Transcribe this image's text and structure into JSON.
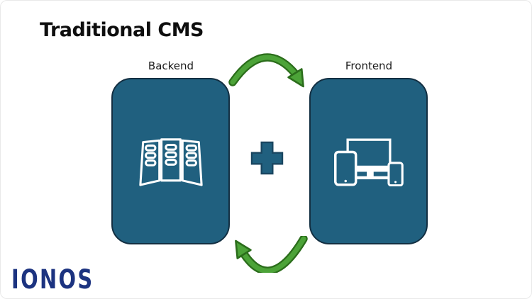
{
  "title": "Traditional CMS",
  "diagram": {
    "backend": {
      "label": "Backend",
      "icon": "server-racks-icon"
    },
    "frontend": {
      "label": "Frontend",
      "icon": "responsive-devices-icon"
    },
    "connector": {
      "plus_icon": "plus-icon",
      "top_arrow_icon": "sync-arrow-clockwise-icon",
      "bottom_arrow_icon": "sync-arrow-counterclockwise-icon"
    }
  },
  "footer": {
    "logo_text": "IONOS"
  },
  "colors": {
    "panel-fill": "#20607F",
    "panel-border": "#132F42",
    "arrow-green": "#4CA338",
    "arrow-green-dark": "#2B6D1B",
    "plus-fill": "#20607F",
    "plus-border": "#1A4660",
    "logo-navy": "#1C3380",
    "title-color": "#0E0E0E",
    "label-color": "#1A1A1A",
    "icon-white": "#FFFFFF",
    "canvas-bg": "#FFFFFF"
  }
}
